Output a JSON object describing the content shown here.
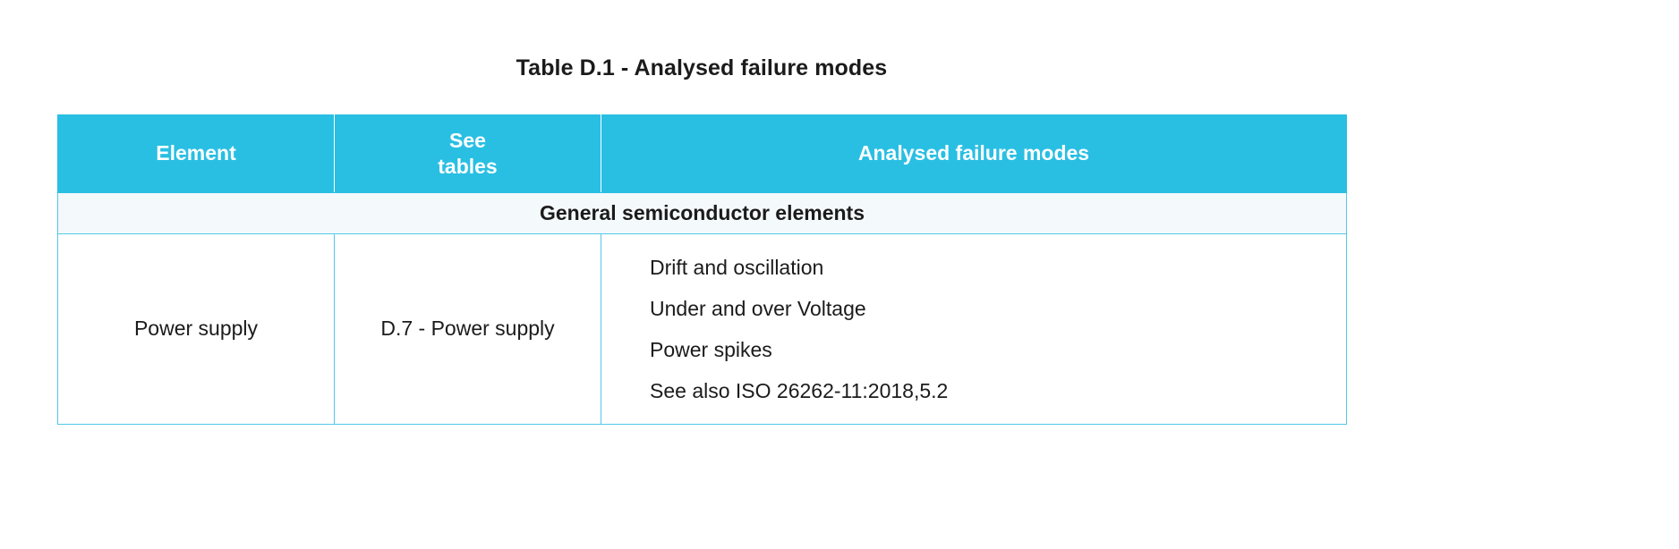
{
  "document": {
    "caption": "Table D.1 - Analysed failure modes"
  },
  "table": {
    "accent_color": "#29bfe3",
    "border_color": "#54c8e8",
    "section_background": "#f4f9fc",
    "header_text_color": "#ffffff",
    "body_text_color": "#1b1b1b",
    "columns": [
      {
        "label": "Element",
        "lines": [
          "Element"
        ]
      },
      {
        "label": "See tables",
        "lines": [
          "See",
          "tables"
        ]
      },
      {
        "label": "Analysed failure modes",
        "lines": [
          "Analysed failure modes"
        ]
      }
    ],
    "sections": [
      {
        "title": "General semiconductor elements",
        "rows": [
          {
            "element": "Power supply",
            "see_tables": "D.7 - Power supply",
            "failure_modes": [
              "Drift and oscillation",
              "Under and over Voltage",
              "Power spikes",
              "See also ISO 26262-11:2018,5.2"
            ]
          }
        ]
      }
    ]
  }
}
